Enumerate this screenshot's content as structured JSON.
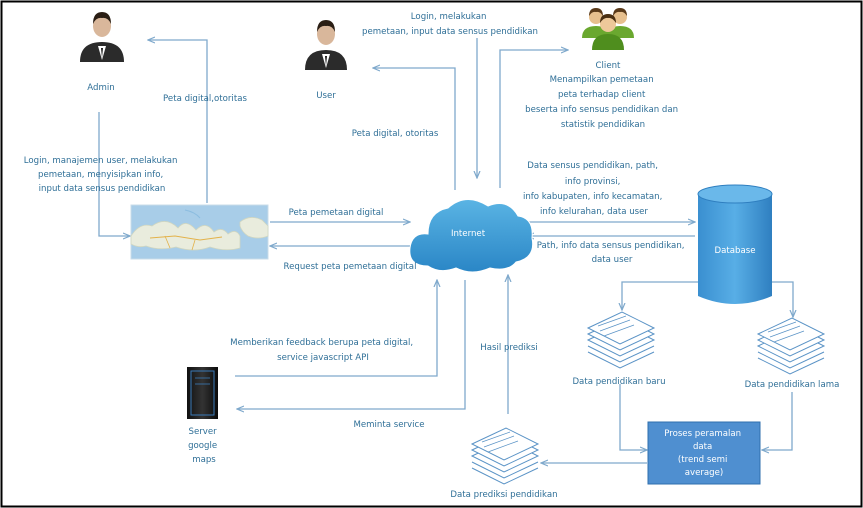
{
  "actors": {
    "admin": "Admin",
    "user": "User",
    "client": "Client",
    "server": [
      "Server",
      "google",
      "maps"
    ]
  },
  "nodes": {
    "internet": "Internet",
    "database": "Database",
    "process": [
      "Proses peramalan",
      "data",
      "(trend semi",
      "average)"
    ],
    "data_new": "Data pendidikan baru",
    "data_old": "Data pendidikan lama",
    "data_pred": "Data prediksi pendidikan"
  },
  "edges": {
    "admin_in": "Peta digital,otoritas",
    "admin_out": [
      "Login, manajemen user, melakukan",
      "pemetaan, menyisipkan info,",
      "input data sensus pendidikan"
    ],
    "user_out": [
      "Login, melakukan",
      "pemetaan, input data sensus pendidikan"
    ],
    "user_in": "Peta digital, otoritas",
    "client_desc": [
      "Menampilkan pemetaan",
      "peta terhadap client",
      "beserta info sensus pendidikan dan",
      "statistik pendidikan"
    ],
    "map_to_net": "Peta pemetaan digital",
    "net_to_map": "Request peta pemetaan digital",
    "net_to_db": [
      "Data sensus pendidikan, path,",
      "info provinsi,",
      "info kabupaten, info kecamatan,",
      "info kelurahan, data user"
    ],
    "db_to_net": [
      "Path, info data sensus pendidikan,",
      "data user"
    ],
    "server_to_net": [
      "Memberikan feedback berupa peta digital,",
      "service javascript API"
    ],
    "net_to_server": "Meminta service",
    "pred_result": "Hasil prediksi"
  }
}
